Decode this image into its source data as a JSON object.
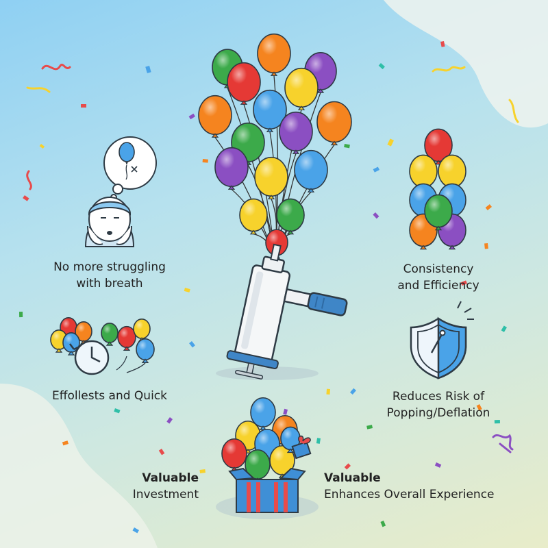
{
  "features": {
    "breath": {
      "line1": "No more struggling",
      "line2": "with breath"
    },
    "consistency": {
      "line1": "Consistency",
      "line2": "and Efficiency"
    },
    "quick": {
      "line1": "Effollests and Quick"
    },
    "popping": {
      "line1": "Reduces Risk of",
      "line2": "Popping/Deflation"
    },
    "investment": {
      "title": "Valuable",
      "subtitle": "Investment"
    },
    "experience": {
      "title": "Valuable",
      "subtitle": "Enhances Overall Experience"
    }
  },
  "colors": {
    "balloon_red": "#e53935",
    "balloon_orange": "#f5841f",
    "balloon_yellow": "#f7d22c",
    "balloon_green": "#3caa4a",
    "balloon_blue": "#4aa3e8",
    "balloon_purple": "#8b4fc2",
    "pump_blue": "#3f86c7",
    "gift_blue": "#3f8fd6",
    "gift_red": "#e84b4b"
  },
  "icons": [
    "person-breathing-icon",
    "thought-bubble-icon",
    "balloon-cluster-icon",
    "clock-icon",
    "shield-icon",
    "balloon-pump-icon",
    "gift-box-icon"
  ]
}
